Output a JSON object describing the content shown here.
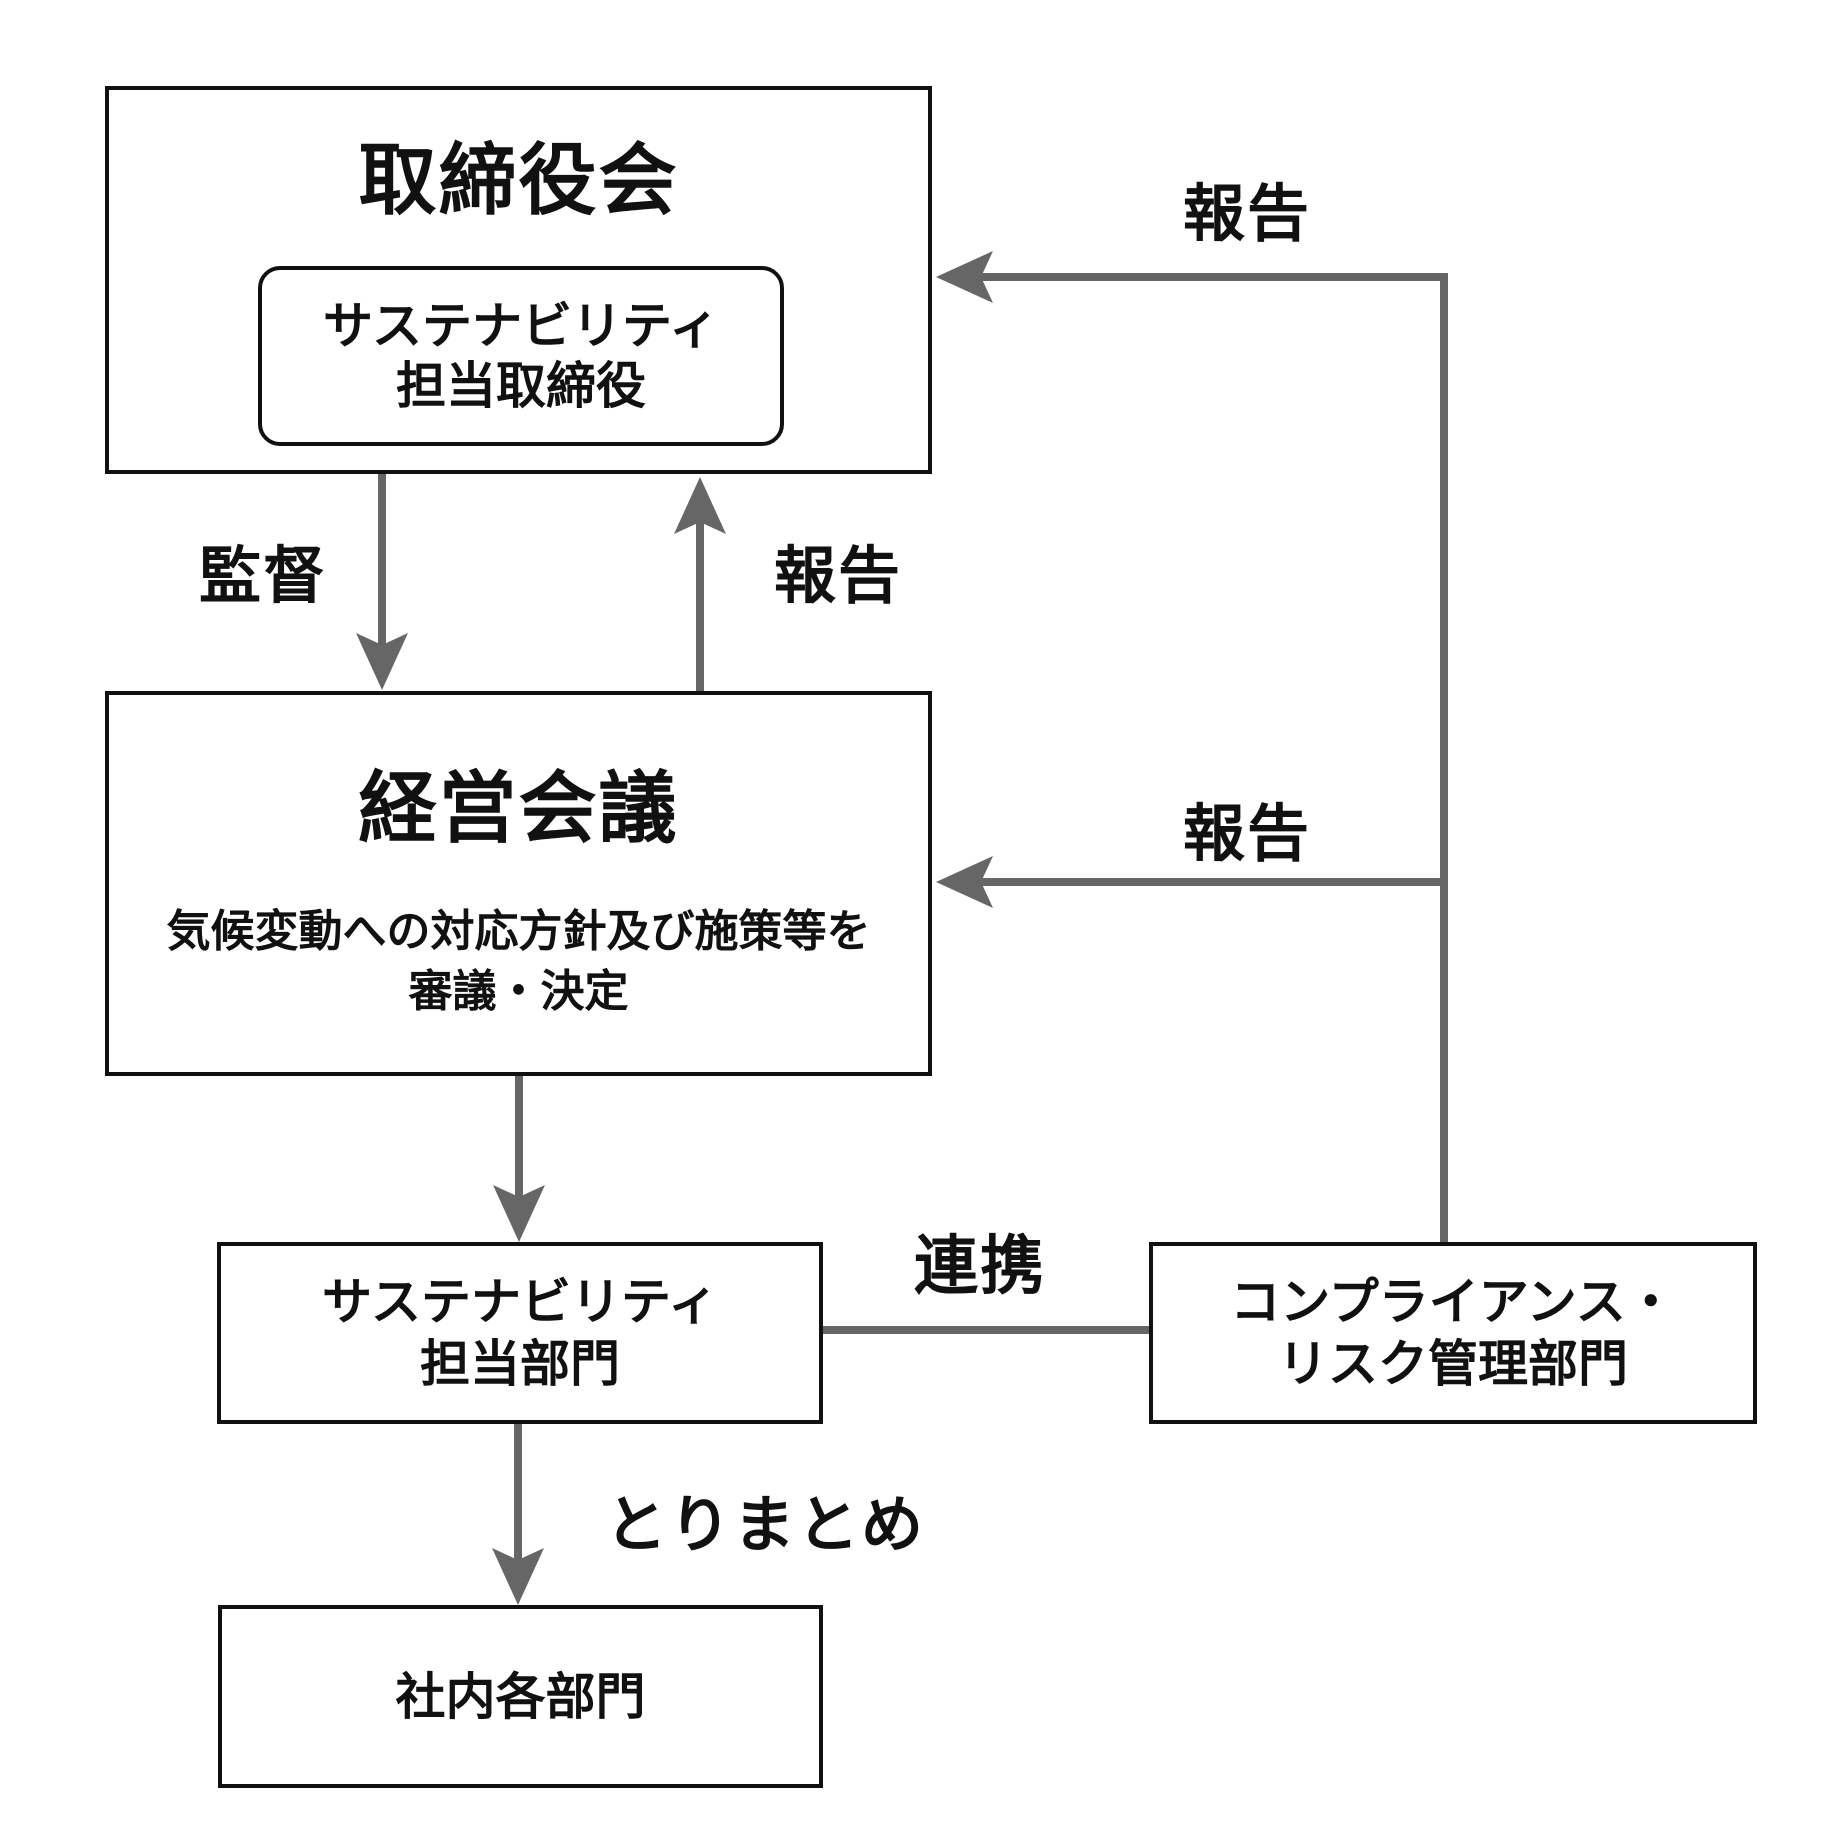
{
  "diagram": {
    "nodes": {
      "board": {
        "title": "取締役会"
      },
      "sustainability_director": {
        "line1": "サステナビリティ",
        "line2": "担当取締役"
      },
      "management_meeting": {
        "title": "経営会議",
        "desc1": "気候変動への対応方針及び施策等を",
        "desc2": "審議・決定"
      },
      "sustainability_dept": {
        "line1": "サステナビリティ",
        "line2": "担当部門"
      },
      "compliance_risk_dept": {
        "line1": "コンプライアンス・",
        "line2": "リスク管理部門"
      },
      "internal_departments": {
        "title": "社内各部門"
      }
    },
    "edge_labels": {
      "supervision": "監督",
      "report_meeting_to_board": "報告",
      "report_compliance_to_board": "報告",
      "report_compliance_to_meeting": "報告",
      "collaboration": "連携",
      "compilation": "とりまとめ"
    }
  },
  "colors": {
    "arrow": "#666666",
    "border": "#111111",
    "text": "#111111",
    "background": "#ffffff"
  }
}
